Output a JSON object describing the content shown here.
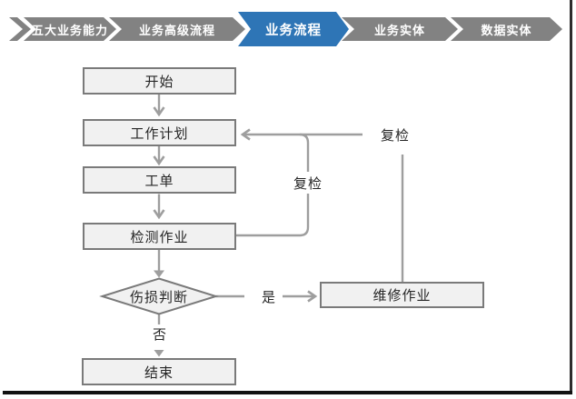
{
  "nav": {
    "items": [
      {
        "label": "五大业务能力",
        "active": false
      },
      {
        "label": "业务高级流程",
        "active": false
      },
      {
        "label": "业务流程",
        "active": true
      },
      {
        "label": "业务实体",
        "active": false
      },
      {
        "label": "数据实体",
        "active": false
      }
    ]
  },
  "flow": {
    "nodes": {
      "start": {
        "label": "开始",
        "type": "process"
      },
      "plan": {
        "label": "工作计划",
        "type": "process"
      },
      "order": {
        "label": "工单",
        "type": "process"
      },
      "inspect": {
        "label": "检测作业",
        "type": "process"
      },
      "decision": {
        "label": "伤损判断",
        "type": "decision"
      },
      "repair": {
        "label": "维修作业",
        "type": "process"
      },
      "end": {
        "label": "结束",
        "type": "process"
      }
    },
    "edge_labels": {
      "yes": "是",
      "no": "否",
      "recheck_inner": "复检",
      "recheck_outer": "复检"
    },
    "edges": [
      {
        "from": "start",
        "to": "plan",
        "label": ""
      },
      {
        "from": "plan",
        "to": "order",
        "label": ""
      },
      {
        "from": "order",
        "to": "inspect",
        "label": ""
      },
      {
        "from": "inspect",
        "to": "decision",
        "label": ""
      },
      {
        "from": "decision",
        "to": "repair",
        "label": "是"
      },
      {
        "from": "decision",
        "to": "end",
        "label": "否"
      },
      {
        "from": "inspect",
        "to": "plan",
        "label": "复检"
      },
      {
        "from": "repair",
        "to": "plan",
        "label": "复检"
      }
    ]
  },
  "colors": {
    "nav_gray": "#828282",
    "nav_active_blue": "#2E75B6",
    "node_fill": "#f1f1f1",
    "node_border": "#7a7a7a",
    "connector": "#9e9e9e"
  }
}
